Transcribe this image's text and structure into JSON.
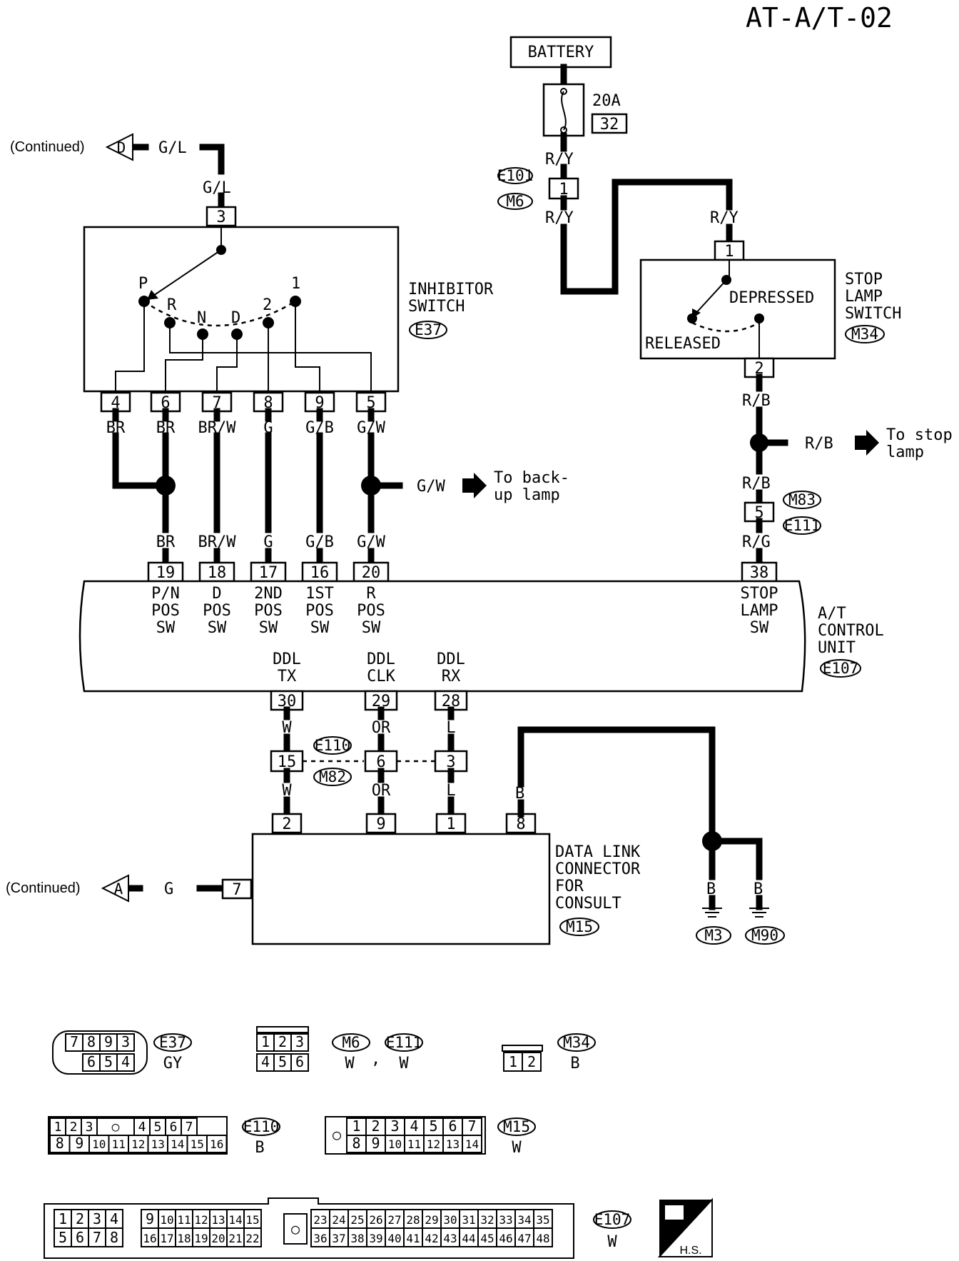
{
  "page_code": "AT-A/T-02",
  "continued": "(Continued)",
  "battery": {
    "label": "BATTERY",
    "fuse_rating": "20A",
    "fuse_no": "32"
  },
  "continued_d": {
    "arrow": "D",
    "wire": "G/L"
  },
  "inhibitor": {
    "name": "INHIBITOR",
    "name2": "SWITCH",
    "id": "E37",
    "in_wire": "G/L",
    "in_pin": "3",
    "positions": [
      "P",
      "R",
      "N",
      "D",
      "2",
      "1"
    ],
    "pins": [
      {
        "pin": "4",
        "wire": "BR"
      },
      {
        "pin": "6",
        "wire": "BR"
      },
      {
        "pin": "7",
        "wire": "BR/W"
      },
      {
        "pin": "8",
        "wire": "G"
      },
      {
        "pin": "9",
        "wire": "G/B"
      },
      {
        "pin": "5",
        "wire": "G/W"
      }
    ]
  },
  "backup": {
    "wire": "G/W",
    "text1": "To back-",
    "text2": "up lamp"
  },
  "tcu": {
    "name1": "A/T",
    "name2": "CONTROL",
    "name3": "UNIT",
    "id": "E107",
    "inputs": [
      {
        "pin": "19",
        "wire": "BR",
        "l1": "P/N",
        "l2": "POS",
        "l3": "SW"
      },
      {
        "pin": "18",
        "wire": "BR/W",
        "l1": "D",
        "l2": "POS",
        "l3": "SW"
      },
      {
        "pin": "17",
        "wire": "G",
        "l1": "2ND",
        "l2": "POS",
        "l3": "SW"
      },
      {
        "pin": "16",
        "wire": "G/B",
        "l1": "1ST",
        "l2": "POS",
        "l3": "SW"
      },
      {
        "pin": "20",
        "wire": "G/W",
        "l1": "R",
        "l2": "POS",
        "l3": "SW"
      }
    ],
    "stop_input": {
      "pin": "38",
      "l1": "STOP",
      "l2": "LAMP",
      "l3": "SW"
    },
    "ddl": [
      {
        "pin": "30",
        "l1": "DDL",
        "l2": "TX",
        "wire": "W",
        "mid_pin": "15",
        "dlc_pin": "2"
      },
      {
        "pin": "29",
        "l1": "DDL",
        "l2": "CLK",
        "wire": "OR",
        "mid_pin": "6",
        "dlc_pin": "9"
      },
      {
        "pin": "28",
        "l1": "DDL",
        "l2": "RX",
        "wire": "L",
        "mid_pin": "3",
        "dlc_pin": "1"
      }
    ]
  },
  "e101": {
    "id": "E101",
    "id2": "M6",
    "pin": "1",
    "wire_top": "R/Y",
    "wire_bottom": "R/Y"
  },
  "stop_switch": {
    "name1": "STOP",
    "name2": "LAMP",
    "name3": "SWITCH",
    "id": "M34",
    "pin_in": "1",
    "pin_out": "2",
    "wire_in": "R/Y",
    "depressed": "DEPRESSED",
    "released": "RELEASED"
  },
  "stop_lamp": {
    "wire": "R/B",
    "to1": "To stop",
    "to2": "lamp",
    "wire_out": "R/B",
    "wire_below": "R/B",
    "conn": "M83",
    "conn2": "E111",
    "pin": "5",
    "wire_tcu": "R/G"
  },
  "e110": {
    "id": "E110",
    "id2": "M82"
  },
  "dlc": {
    "name1": "DATA LINK",
    "name2": "CONNECTOR",
    "name3": "FOR",
    "name4": "CONSULT",
    "id": "M15",
    "ground_pin": "8",
    "ground_wire": "B",
    "cont_pin": "7",
    "cont_wire": "G"
  },
  "continued_a": {
    "arrow": "A"
  },
  "grounds": [
    {
      "wire": "B",
      "id": "M3"
    },
    {
      "wire": "B",
      "id": "M90"
    }
  ],
  "connectors": {
    "e37": {
      "top": [
        "7",
        "8",
        "9",
        "3"
      ],
      "bottom": [
        "6",
        "5",
        "4"
      ],
      "id": "E37",
      "color": "GY"
    },
    "m6": {
      "top": [
        "1",
        "2",
        "3"
      ],
      "bottom": [
        "4",
        "5",
        "6"
      ],
      "id": "M6",
      "color": "W",
      "sep": ",",
      "id2": "E111",
      "color2": "W"
    },
    "m34": {
      "pins": [
        "1",
        "2"
      ],
      "id": "M34",
      "color": "B"
    },
    "e110": {
      "top": [
        "1",
        "2",
        "3",
        "○",
        "4",
        "5",
        "6",
        "7"
      ],
      "bottom": [
        "8",
        "9",
        "10",
        "11",
        "12",
        "13",
        "14",
        "15",
        "16"
      ],
      "id": "E110",
      "color": "B"
    },
    "m15": {
      "top": [
        "1",
        "2",
        "3",
        "4",
        "5",
        "6",
        "7"
      ],
      "bottom": [
        "8",
        "9",
        "10",
        "11",
        "12",
        "13",
        "14"
      ],
      "key": "○",
      "id": "M15",
      "color": "W"
    },
    "e107": {
      "top_l": [
        "1",
        "2",
        "3",
        "4"
      ],
      "bot_l": [
        "5",
        "6",
        "7",
        "8"
      ],
      "top_m": [
        "9",
        "10",
        "11",
        "12",
        "13",
        "14",
        "15"
      ],
      "bot_m": [
        "16",
        "17",
        "18",
        "19",
        "20",
        "21",
        "22"
      ],
      "key": "○",
      "top_r": [
        "23",
        "24",
        "25",
        "26",
        "27",
        "28",
        "29",
        "30",
        "31",
        "32",
        "33",
        "34",
        "35"
      ],
      "bot_r": [
        "36",
        "37",
        "38",
        "39",
        "40",
        "41",
        "42",
        "43",
        "44",
        "45",
        "46",
        "47",
        "48"
      ],
      "id": "E107",
      "color": "W"
    }
  },
  "hs_logo": "H.S."
}
